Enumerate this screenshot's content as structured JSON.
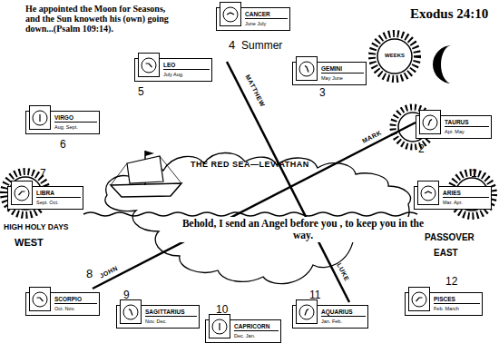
{
  "diagram": {
    "title": "Exodus 24:10",
    "nodes": [
      {
        "text": [
          "CANCER",
          "June July"
        ]
      },
      {
        "text": [
          "LEO",
          "July Aug."
        ]
      },
      {
        "text": [
          "GEMINI",
          "May June"
        ]
      },
      {
        "text": [
          "VIRGO",
          "Aug. Sept."
        ]
      },
      {
        "text": [
          "TAURUS",
          "Apr. May"
        ]
      },
      {
        "text": [
          "LIBRA",
          "Sept. Oct."
        ]
      },
      {
        "text": [
          "ARIES",
          "Mar. Apr."
        ]
      },
      {
        "text": [
          "SCORPIO",
          "Oct. Nov."
        ]
      },
      {
        "text": [
          "SAGITTARIUS",
          "Nov. Dec."
        ]
      },
      {
        "text": [
          "CAPRICORN",
          "Dec. Jan."
        ]
      },
      {
        "text": [
          "AQUARIUS",
          "Jan. Feb."
        ]
      },
      {
        "text": [
          "PISCES",
          "Feb. March"
        ]
      }
    ],
    "labels": [
      "He appointed the Moon for Seasons, and the Sun knoweth his (own) going down...(Psalm 109:14).",
      "4",
      "Summer",
      "WEEKS",
      "3",
      "5",
      "6",
      "2",
      "THE RED SEA—LEVIATHAN",
      "MATTHEW",
      "MARK",
      "7",
      "1",
      "Behold, I send an Angel before you , to keep you in the way.",
      "HIGH HOLY DAYS",
      "WEST",
      "PASSOVER",
      "EAST",
      "8",
      "JOHN",
      "LUKE",
      "12",
      "9",
      "11",
      "10"
    ]
  }
}
